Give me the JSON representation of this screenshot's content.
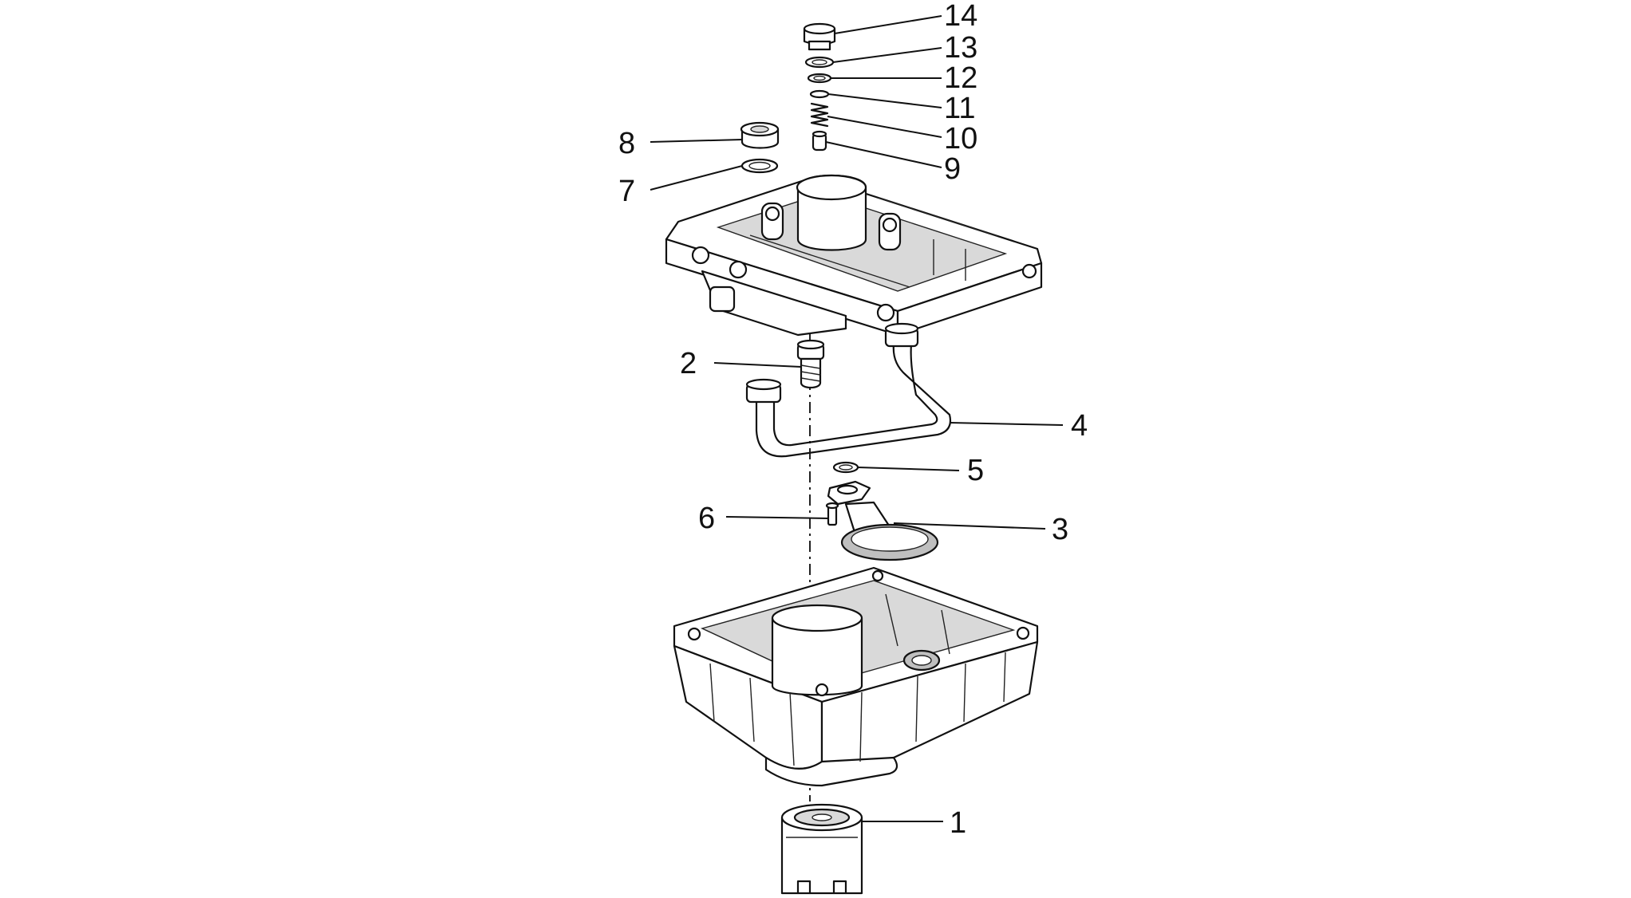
{
  "parts": [
    {
      "id": "p1",
      "name": "oil-filter",
      "callout": "1"
    },
    {
      "id": "p2",
      "name": "pressure-relief-valve",
      "callout": "2"
    },
    {
      "id": "p3",
      "name": "suction-strainer",
      "callout": "3"
    },
    {
      "id": "p4",
      "name": "oil-pipe",
      "callout": "4"
    },
    {
      "id": "p5",
      "name": "o-ring",
      "callout": "5"
    },
    {
      "id": "p6",
      "name": "screw",
      "callout": "6"
    },
    {
      "id": "p7",
      "name": "gasket",
      "callout": "7"
    },
    {
      "id": "p8",
      "name": "plug",
      "callout": "8"
    },
    {
      "id": "p9",
      "name": "piston",
      "callout": "9"
    },
    {
      "id": "p10",
      "name": "spring",
      "callout": "10"
    },
    {
      "id": "p11",
      "name": "washer",
      "callout": "11"
    },
    {
      "id": "p12",
      "name": "o-ring",
      "callout": "12"
    },
    {
      "id": "p13",
      "name": "gasket",
      "callout": "13"
    },
    {
      "id": "p14",
      "name": "cap-screw",
      "callout": "14"
    }
  ]
}
